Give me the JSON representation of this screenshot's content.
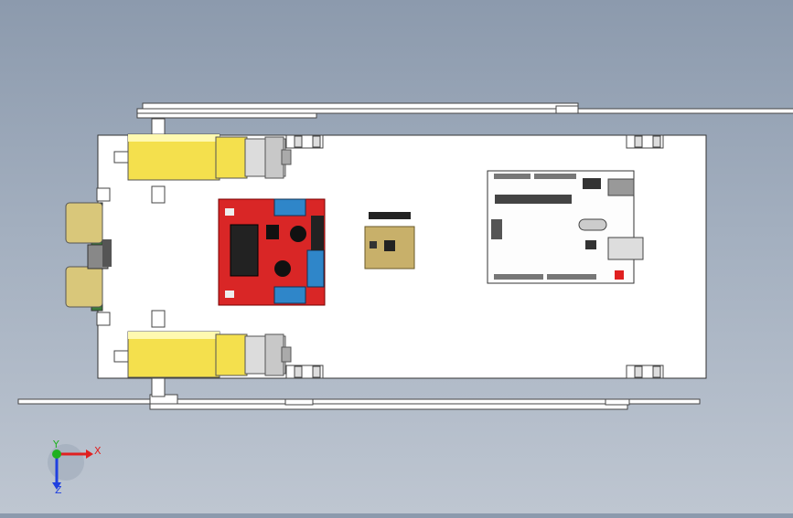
{
  "viewport": {
    "background_top": "#8c9aad",
    "background_bottom": "#bec6d1"
  },
  "model": {
    "chassis_color": "#ffffff",
    "motor_color": "#f4e04d",
    "driver_board_color": "#d92626",
    "terminal_color": "#2f86c9",
    "sensor_color": "#c8b06a",
    "sensor_pcb_color": "#3a7a3a",
    "ultrasonic_color": "#d9c77a",
    "parts": [
      "chassis-plate",
      "gear-motor-top",
      "gear-motor-bottom",
      "l298n-motor-driver",
      "imu-sensor-module",
      "arduino-uno-board",
      "ultrasonic-sensor",
      "track-top",
      "track-bottom"
    ]
  },
  "triad": {
    "x_label": "X",
    "y_label": "Y",
    "z_label": "Z",
    "x_color": "#e02020",
    "y_color": "#20b020",
    "z_color": "#2040e0"
  }
}
